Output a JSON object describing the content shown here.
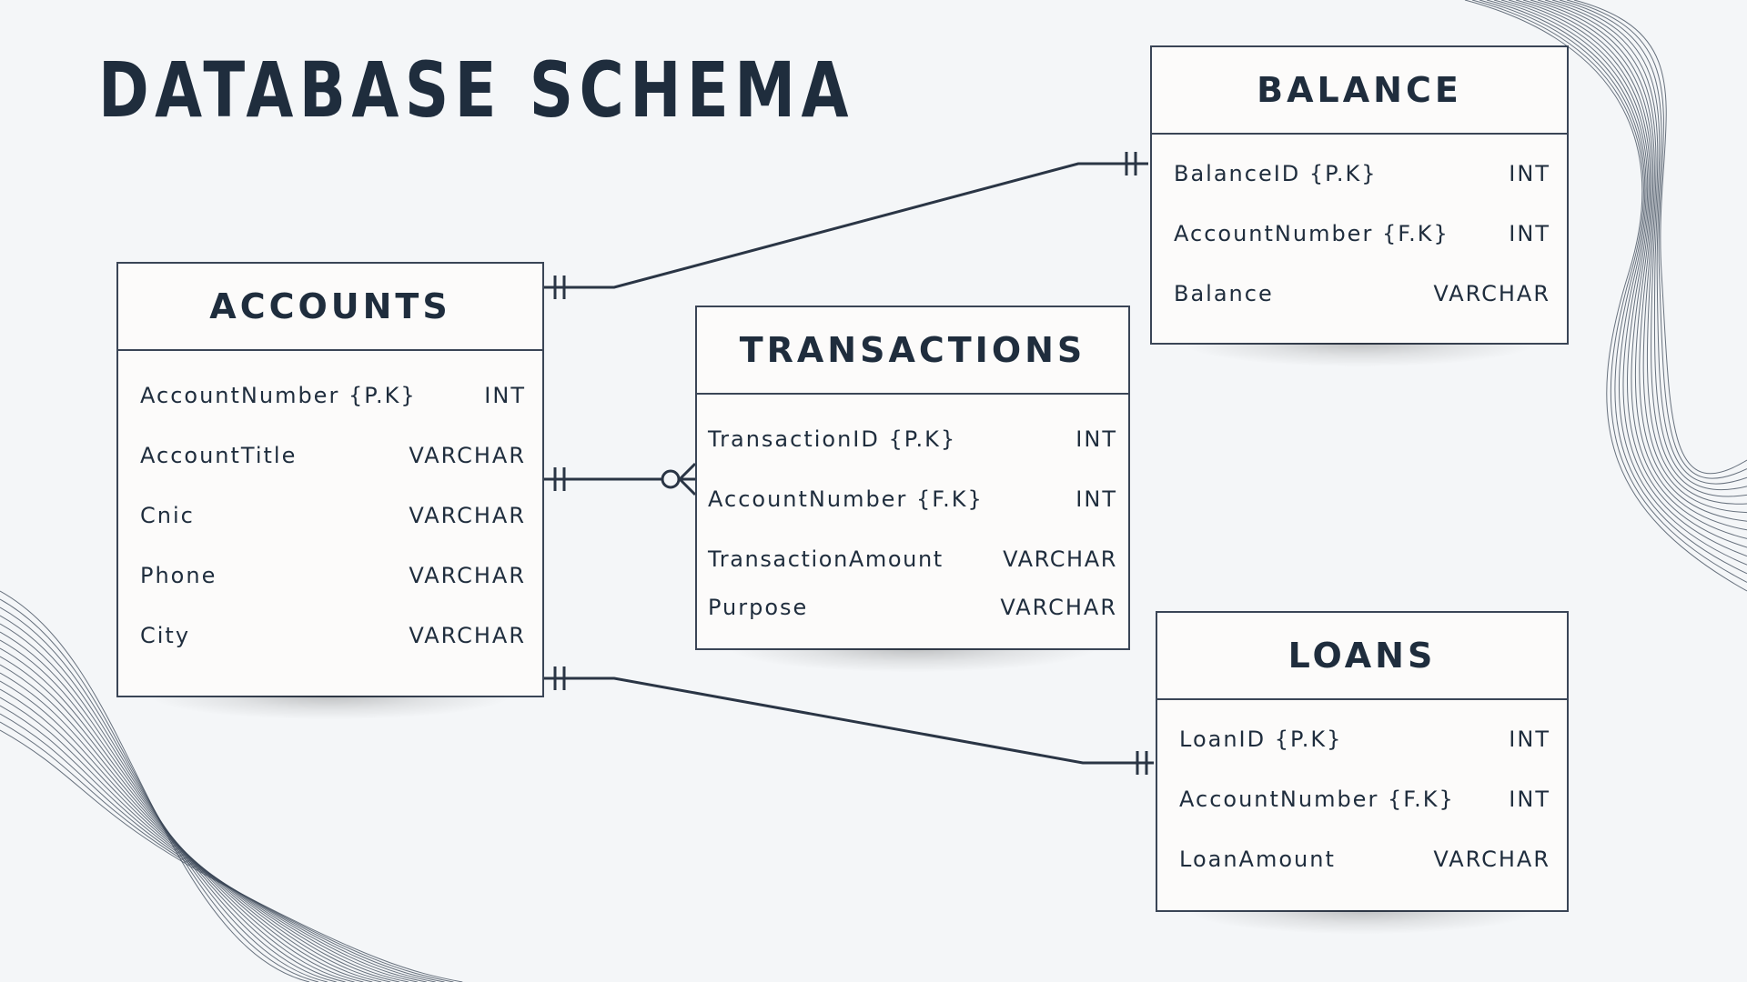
{
  "title": "DATABASE SCHEMA",
  "colors": {
    "background": "#f4f6f8",
    "text": "#1f2d3d",
    "border": "#3a4556",
    "line": "#2a3545",
    "card": "#fcfbfa"
  },
  "tables": {
    "accounts": {
      "name": "ACCOUNTS",
      "rows": [
        {
          "field": "AccountNumber {P.K}",
          "type": "INT"
        },
        {
          "field": "AccountTitle",
          "type": "VARCHAR"
        },
        {
          "field": "Cnic",
          "type": "VARCHAR"
        },
        {
          "field": "Phone",
          "type": "VARCHAR"
        },
        {
          "field": "City",
          "type": "VARCHAR"
        }
      ]
    },
    "transactions": {
      "name": "TRANSACTIONS",
      "rows": [
        {
          "field": "TransactionID {P.K}",
          "type": "INT"
        },
        {
          "field": "AccountNumber {F.K}",
          "type": "INT"
        },
        {
          "field": "TransactionAmount",
          "type": "VARCHAR"
        },
        {
          "field": "Purpose",
          "type": "VARCHAR"
        }
      ]
    },
    "balance": {
      "name": "BALANCE",
      "rows": [
        {
          "field": "BalanceID {P.K}",
          "type": "INT"
        },
        {
          "field": "AccountNumber {F.K}",
          "type": "INT"
        },
        {
          "field": "Balance",
          "type": "VARCHAR"
        }
      ]
    },
    "loans": {
      "name": "LOANS",
      "rows": [
        {
          "field": "LoanID {P.K}",
          "type": "INT"
        },
        {
          "field": "AccountNumber {F.K}",
          "type": "INT"
        },
        {
          "field": "LoanAmount",
          "type": "VARCHAR"
        }
      ]
    }
  },
  "relationships": [
    {
      "from": "accounts",
      "to": "balance",
      "from_cardinality": "one-and-only-one",
      "to_cardinality": "one-and-only-one"
    },
    {
      "from": "accounts",
      "to": "transactions",
      "from_cardinality": "one-and-only-one",
      "to_cardinality": "zero-or-many"
    },
    {
      "from": "accounts",
      "to": "loans",
      "from_cardinality": "one-and-only-one",
      "to_cardinality": "one-and-only-one"
    }
  ]
}
